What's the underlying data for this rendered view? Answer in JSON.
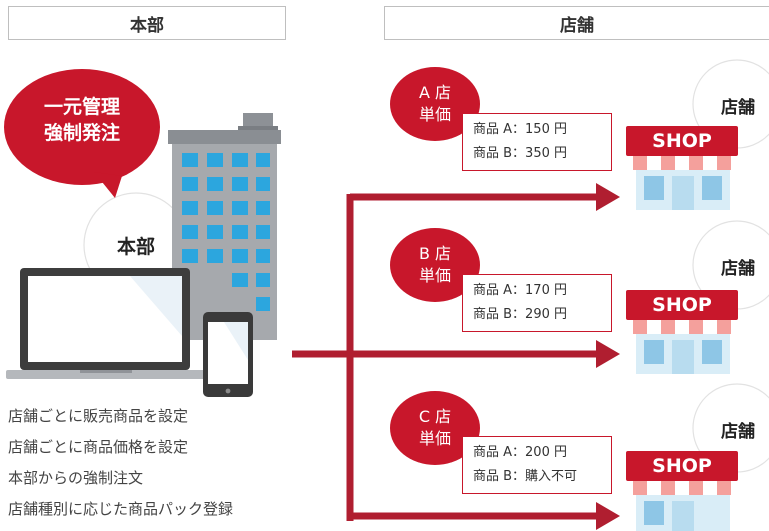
{
  "headers": {
    "hq": "本部",
    "store": "店舗"
  },
  "hq": {
    "bubble_line1": "一元管理",
    "bubble_line2": "強制発注",
    "circle_label": "本部"
  },
  "features": [
    "店舗ごとに販売商品を設定",
    "店舗ごとに商品価格を設定",
    "本部からの強制注文",
    "店舗種別に応じた商品パック登録"
  ],
  "stores": [
    {
      "line1": "A 店",
      "line2": "単価",
      "price_a": "商品 A：150 円",
      "price_b": "商品 B：350 円",
      "label": "店舗",
      "sign": "SHOP"
    },
    {
      "line1": "B 店",
      "line2": "単価",
      "price_a": "商品 A：170 円",
      "price_b": "商品 B：290 円",
      "label": "店舗",
      "sign": "SHOP"
    },
    {
      "line1": "C 店",
      "line2": "単価",
      "price_a": "商品 A：200 円",
      "price_b": "商品 B：購入不可",
      "label": "店舗",
      "sign": "SHOP"
    }
  ],
  "colors": {
    "accent": "#c8172b",
    "arrow": "#b01e30",
    "building": "#a4a7ab",
    "window": "#29a3dc"
  }
}
